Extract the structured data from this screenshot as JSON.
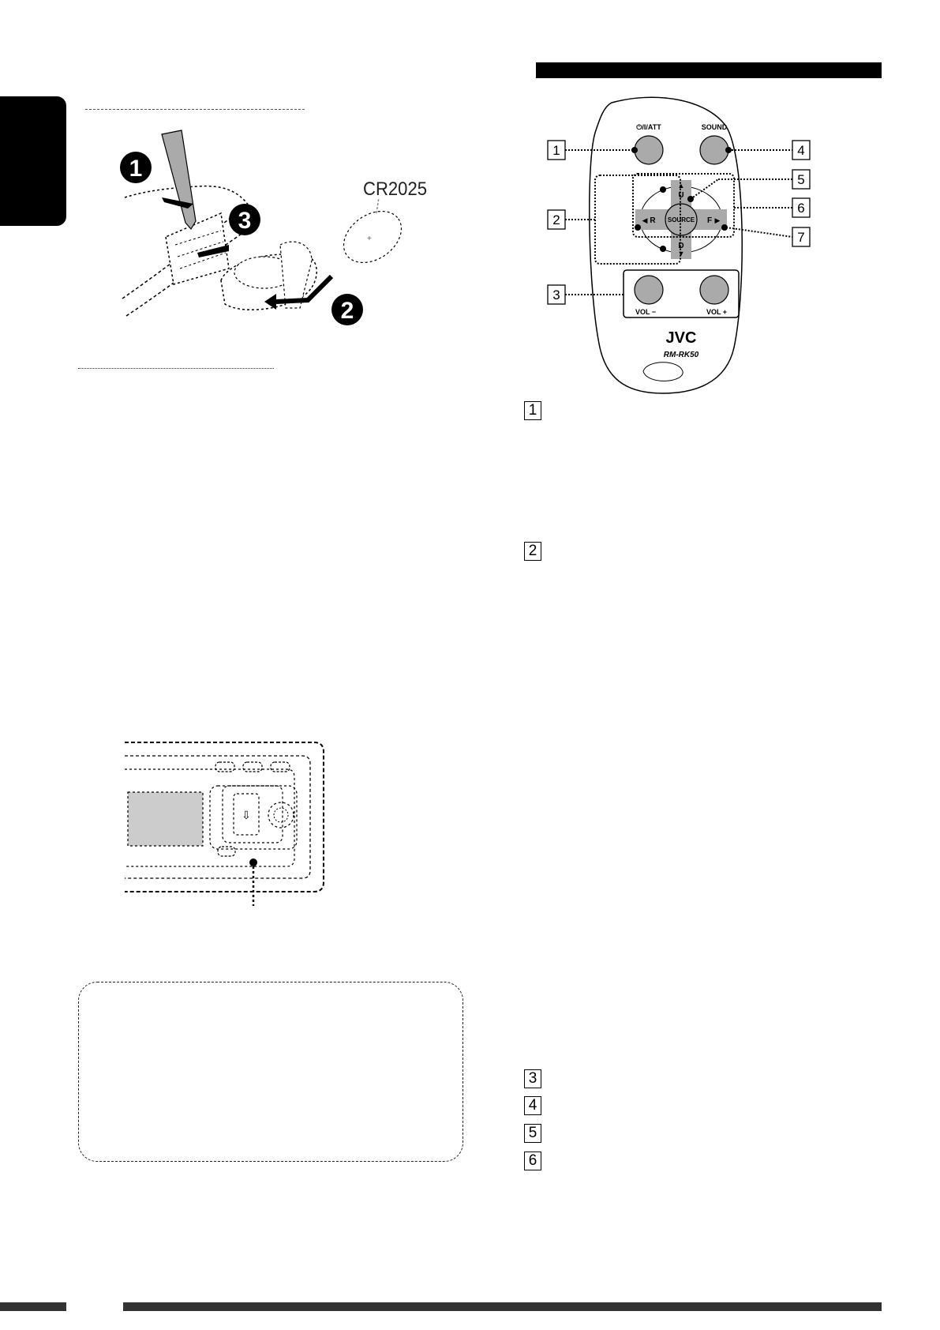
{
  "battery": {
    "battery_type": "CR2025",
    "step_numbers": [
      "1",
      "2",
      "3"
    ]
  },
  "remote": {
    "button_power": "⏻/I/ATT",
    "button_sound": "SOUND",
    "button_up": "U",
    "button_down": "D",
    "button_left": "R",
    "button_right": "F",
    "button_source": "SOURCE",
    "button_vol_down": "VOL −",
    "button_vol_up": "VOL +",
    "brand": "JVC",
    "model": "RM-RK50",
    "callouts": [
      "1",
      "2",
      "3",
      "4",
      "5",
      "6",
      "7"
    ]
  },
  "legend": {
    "items": [
      "1",
      "2",
      "3",
      "4",
      "5",
      "6"
    ]
  }
}
